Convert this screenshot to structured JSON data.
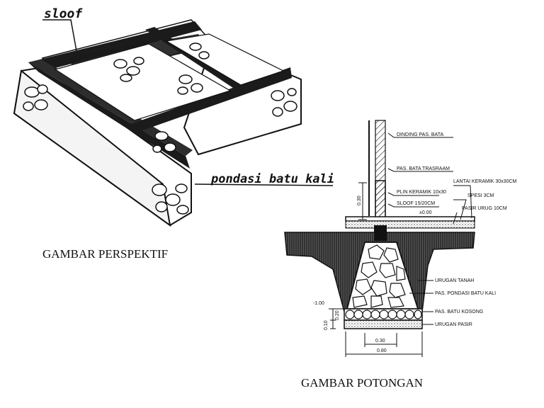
{
  "perspective": {
    "label_sloof": "sloof",
    "label_pondasi": "pondasi batu kali",
    "caption": "GAMBAR PERSPEKTIF"
  },
  "section": {
    "caption": "GAMBAR POTONGAN",
    "labels": {
      "dinding": "DINDING PAS. BATA",
      "trasraam": "PAS. BATA TRASRAAM",
      "lantai": "LANTAI KERAMIK 30x30CM",
      "spesi": "SPESI 3CM",
      "plin": "PLIN KERAMIK 10x30",
      "sloof": "SLOOF 15/20CM",
      "pasir_urug": "PASIR URUG 10CM",
      "zero": "±0.00",
      "urugan_tanah": "URUGAN TANAH",
      "pondasi": "PAS. PONDASI BATU KALI",
      "batu_kosong": "PAS. BATU KOSONG",
      "urugan_pasir": "URUGAN PASIR"
    },
    "dims": {
      "h030": "0.30",
      "level": "-1.00",
      "h020": "0.20",
      "h010": "0.10",
      "w030": "0.30",
      "w080": "0.80"
    }
  }
}
